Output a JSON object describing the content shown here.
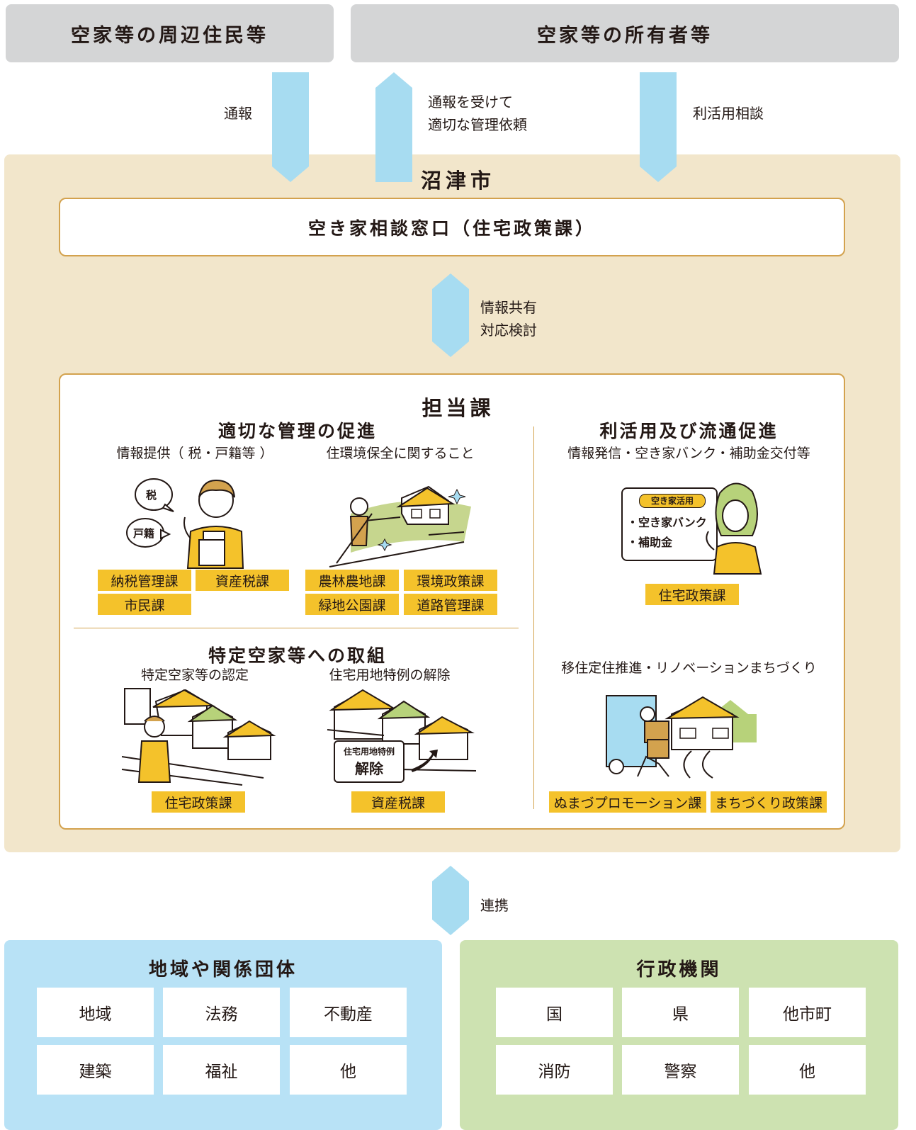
{
  "top": {
    "residents": "空家等の周辺住民等",
    "owners": "空家等の所有者等"
  },
  "arrows": {
    "report": "通報",
    "request_line1": "通報を受けて",
    "request_line2": "適切な管理依頼",
    "consult": "利活用相談",
    "share_line1": "情報共有",
    "share_line2": "対応検討",
    "cooperate": "連携"
  },
  "city": {
    "title": "沼津市",
    "window": "空き家相談窓口（住宅政策課）"
  },
  "departments": {
    "title": "担当課",
    "management": {
      "title": "適切な管理の促進",
      "info": "情報提供（ 税・戸籍等 ）",
      "env": "住環境保全に関すること",
      "bubble_tax": "税",
      "bubble_family": "戸籍",
      "tags": [
        "納税管理課",
        "資産税課",
        "市民課",
        "農林農地課",
        "環境政策課",
        "緑地公園課",
        "道路管理課"
      ]
    },
    "specific": {
      "title": "特定空家等への取組",
      "certify": "特定空家等の認定",
      "release": "住宅用地特例の解除",
      "sign_line1": "住宅用地特例",
      "sign_line2": "解除",
      "tags": [
        "住宅政策課",
        "資産税課"
      ]
    },
    "utilization": {
      "title": "利活用及び流通促進",
      "info": "情報発信・空き家バンク・補助金交付等",
      "board_badge": "空き家活用",
      "board_item1": "・空き家バンク",
      "board_item2": "・補助金",
      "tag": "住宅政策課",
      "migration": "移住定住推進・リノベーションまちづくり",
      "tags2": [
        "ぬまづプロモーション課",
        "まちづくり政策課"
      ]
    }
  },
  "regional": {
    "title": "地域や関係団体",
    "cells": [
      "地域",
      "法務",
      "不動産",
      "建築",
      "福祉",
      "他"
    ]
  },
  "admin": {
    "title": "行政機関",
    "cells": [
      "国",
      "県",
      "他市町",
      "消防",
      "警察",
      "他"
    ]
  },
  "colors": {
    "gray_box": "#d4d5d6",
    "city_bg": "#f2e6cb",
    "border_gold": "#d3a24e",
    "tag_yellow": "#f4c22b",
    "arrow_blue": "#a7dcf1",
    "regional_bg": "#b8e2f6",
    "admin_bg": "#cde2b1"
  }
}
